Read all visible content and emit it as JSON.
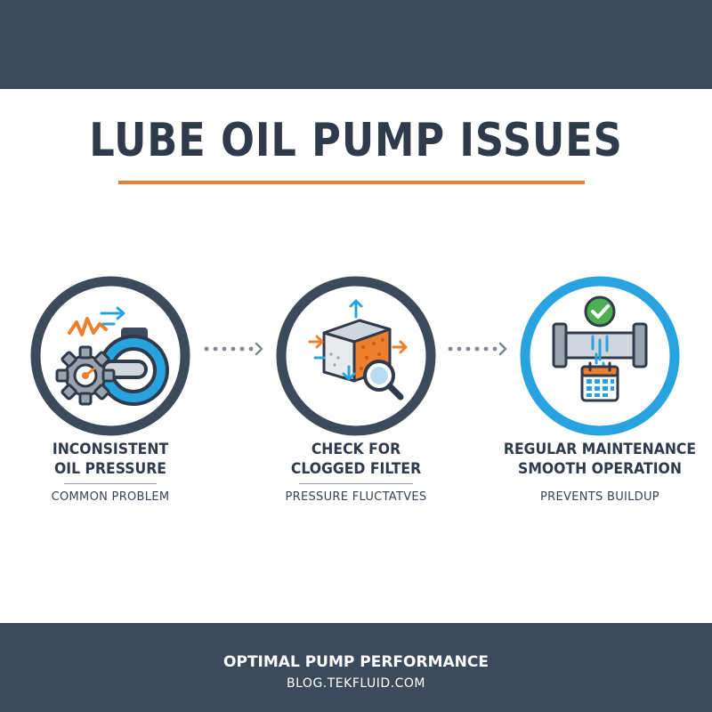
{
  "title": "LUBE OIL PUMP ISSUES",
  "colors": {
    "band": "#3d4a5b",
    "accent_orange": "#ee7f2d",
    "accent_blue": "#29a3e0",
    "dark_ring": "#3d4a5b",
    "text_dark": "#2f3a4a"
  },
  "steps": [
    {
      "title_line1": "INCONSISTENT",
      "title_line2": "OIL PRESSURE",
      "caption": "COMMON PROBLEM",
      "icon": "gear-pump-pressure-icon"
    },
    {
      "title_line1": "CHECK FOR",
      "title_line2": "CLOGGED FILTER",
      "caption": "PRESSURE FLUCTATVES",
      "icon": "filter-magnifier-icon"
    },
    {
      "title_line1": "REGULAR MAINTENANCE",
      "title_line2": "SMOOTH OPERATION",
      "caption": "PREVENTS BUILDUP",
      "icon": "pipe-calendar-check-icon"
    }
  ],
  "footer": {
    "line1": "OPTIMAL PUMP PERFORMANCE",
    "line2": "BLOG.TEKFLUID.COM"
  }
}
